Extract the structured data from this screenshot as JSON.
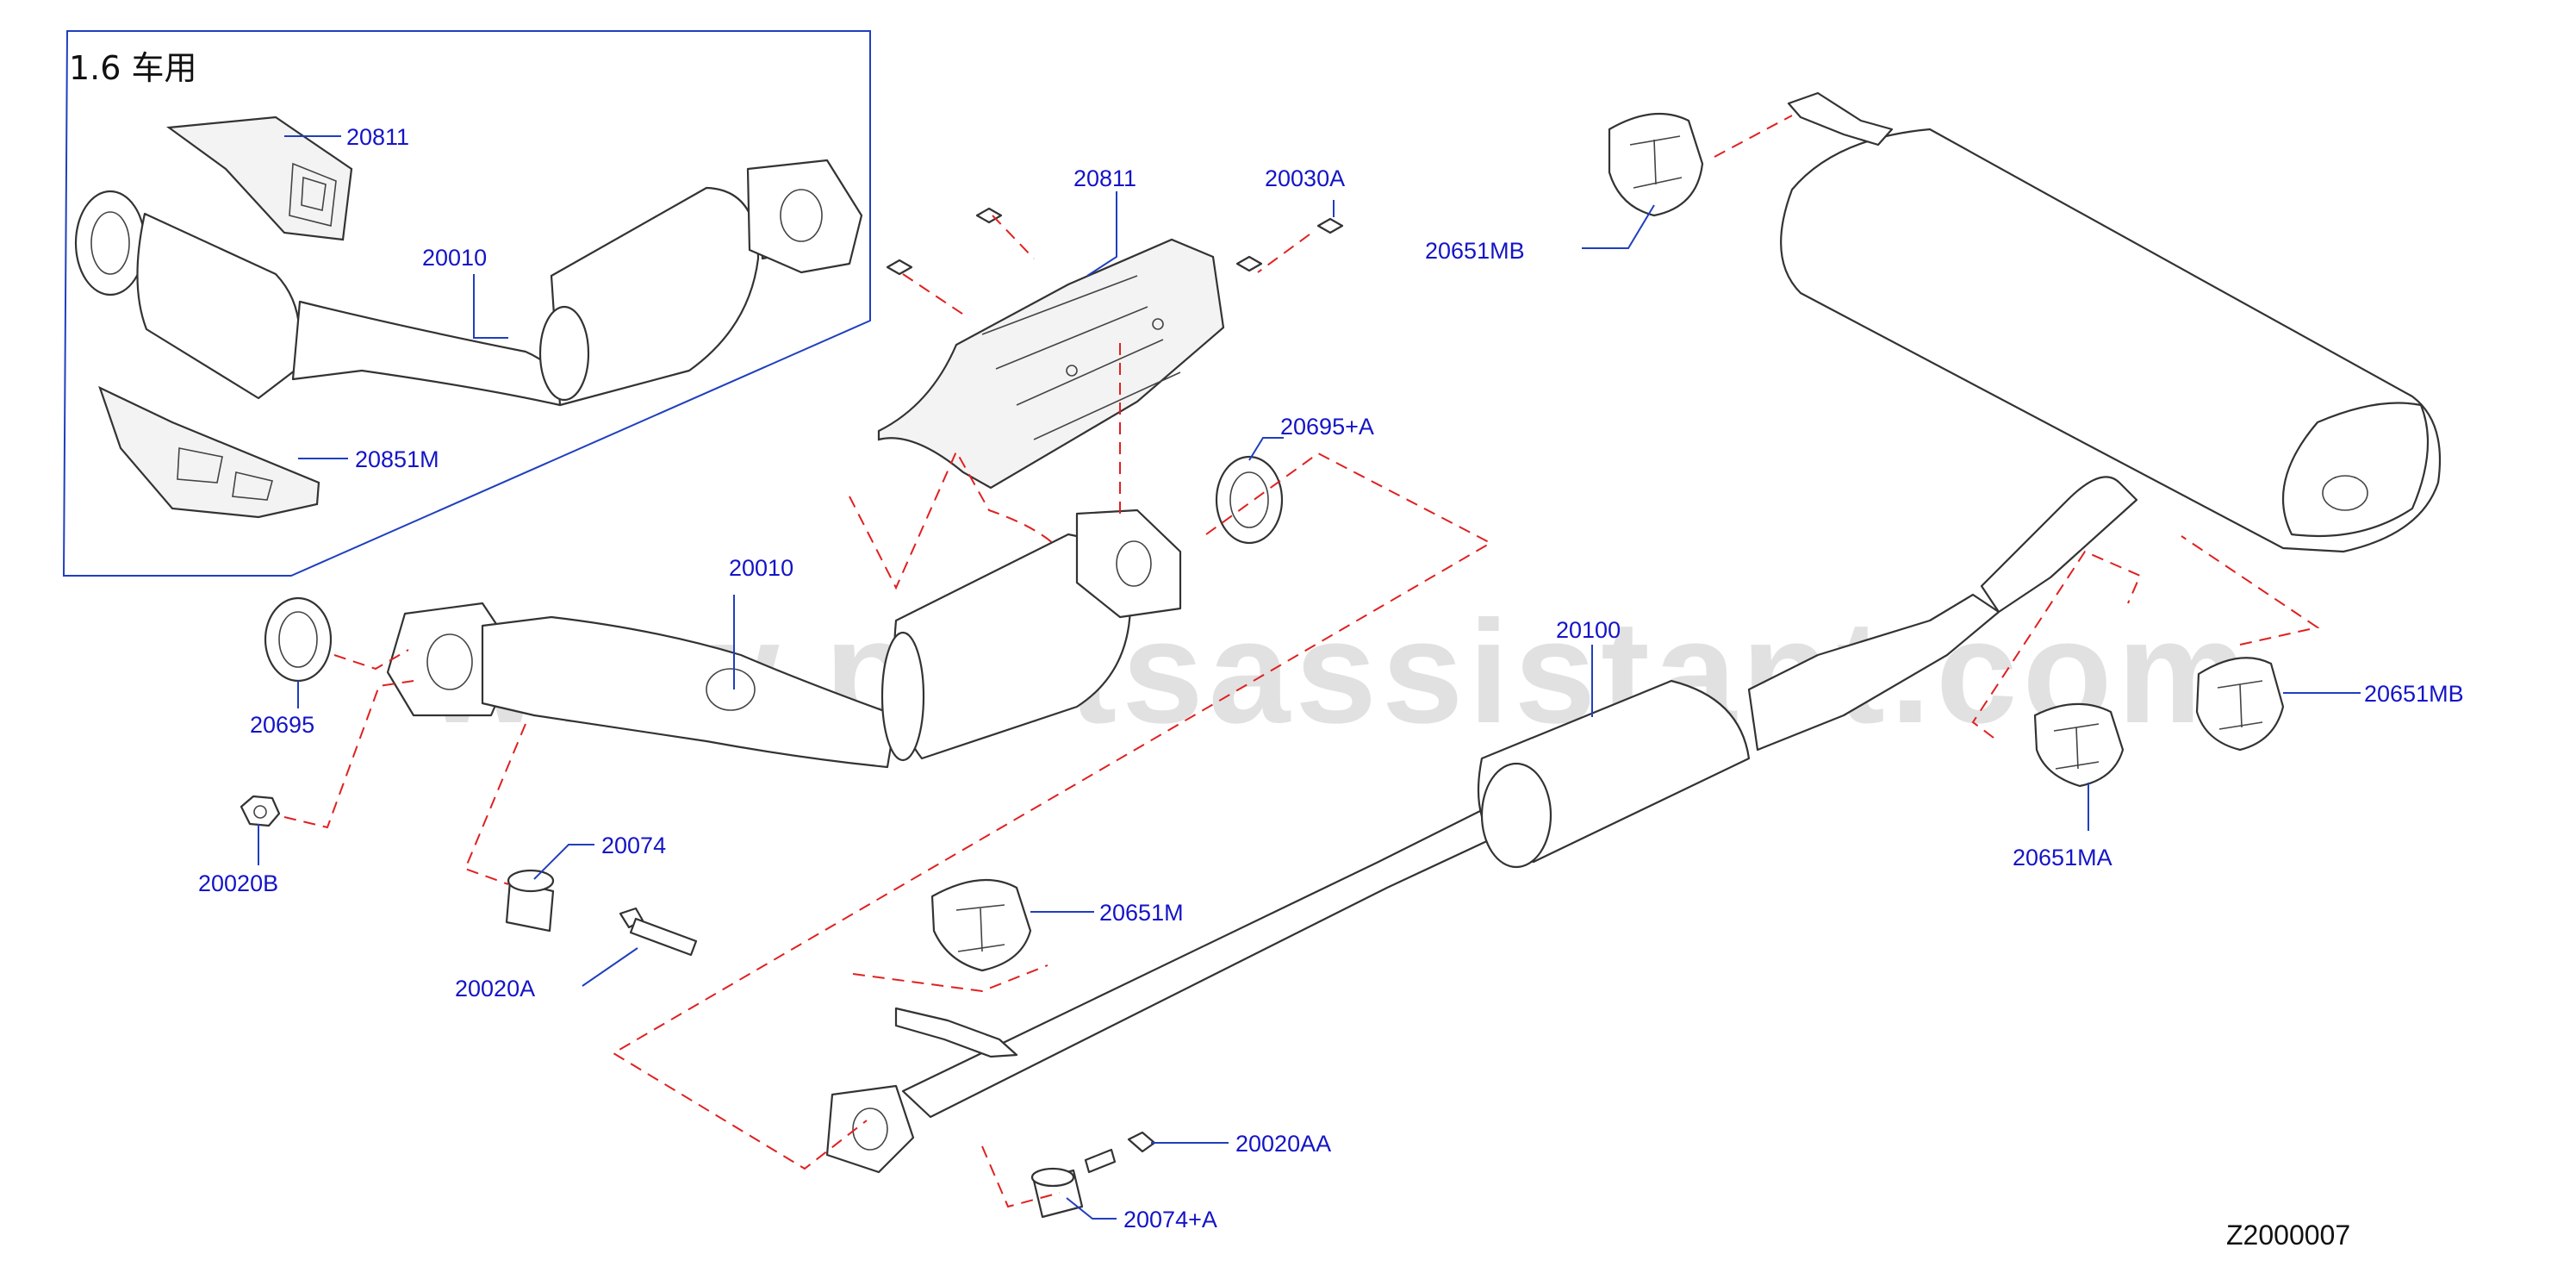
{
  "inset": {
    "title": "1.6  车用",
    "labels": {
      "heat_shield_upper": "20811",
      "catalytic_converter": "20010",
      "heat_shield_lower": "20851M"
    }
  },
  "labels": {
    "heat_shield": "20811",
    "bolt_shield": "20030A",
    "gasket_front": "20695+A",
    "mount_rear_top": "20651MB",
    "catalytic_converter": "20010",
    "gasket_rear": "20695",
    "center_muffler": "20100",
    "mount_rear_right": "20651MB",
    "nut": "20020B",
    "spring": "20074",
    "bolt": "20020A",
    "mount_center": "20651M",
    "mount_rear_lower": "20651MA",
    "bolt_flange": "20020AA",
    "spring_flange": "20074+A"
  },
  "diagram_code": "Z2000007",
  "watermark": "www.partsassistant.com"
}
